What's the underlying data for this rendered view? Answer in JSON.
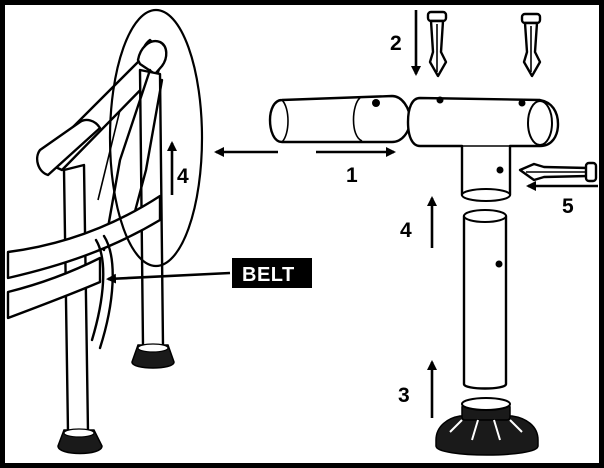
{
  "labels": {
    "belt": "BELT",
    "step1": "1",
    "step2": "2",
    "step3": "3",
    "step4_left": "4",
    "step4_right": "5",
    "step4_tube": "4"
  },
  "colors": {
    "ink": "#000000",
    "paper": "#ffffff",
    "label_bg": "#000000"
  }
}
